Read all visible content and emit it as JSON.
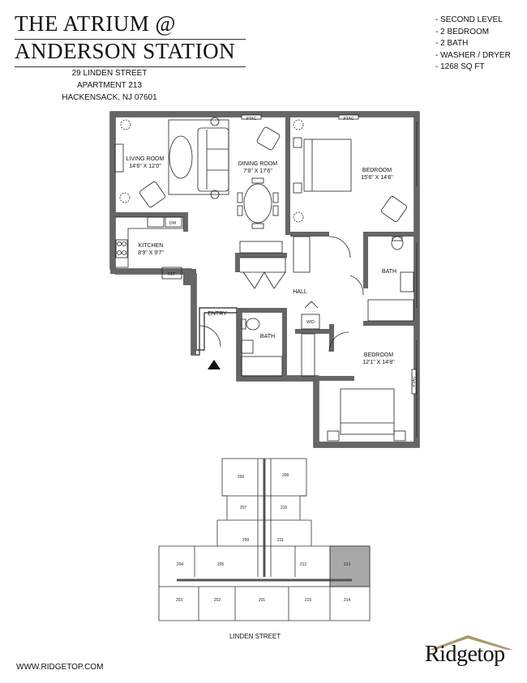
{
  "header": {
    "title_line1": "THE ATRIUM @",
    "title_line2": "ANDERSON STATION",
    "address_line1": "29 LINDEN STREET",
    "address_line2": "APARTMENT 213",
    "address_line3": "HACKENSACK, NJ 07601"
  },
  "specs": [
    "- SECOND LEVEL",
    "- 2 BEDROOM",
    "- 2 BATH",
    "- WASHER / DRYER",
    "- 1268 SQ FT"
  ],
  "rooms": {
    "living_name": "LIVING ROOM",
    "living_dim": "14'6\" X 12'0\"",
    "dining_name": "DINING ROOM",
    "dining_dim": "7'8\" X 17'6\"",
    "bed1_name": "BEDROOM",
    "bed1_dim": "15'6\" X 14'6\"",
    "kitchen_name": "KITCHEN",
    "kitchen_dim": "8'9\" X 9'7\"",
    "bath1": "BATH",
    "hall": "HALL",
    "entry": "ENTRY",
    "bath2": "BATH",
    "bed2_name": "BEDROOM",
    "bed2_dim": "12'1\" X 14'8\"",
    "ptac": "PTAC",
    "dw": "DW",
    "ref": "REF",
    "wd": "W/D"
  },
  "keyplan": {
    "units": [
      "206",
      "208",
      "207",
      "210",
      "209",
      "211",
      "204",
      "205",
      "212",
      "213",
      "203",
      "202",
      "201",
      "215",
      "214"
    ],
    "highlight_unit": "213",
    "street": "LINDEN STREET"
  },
  "footer": {
    "website": "WWW.RIDGETOP.COM",
    "brand": "Ridgetop"
  }
}
